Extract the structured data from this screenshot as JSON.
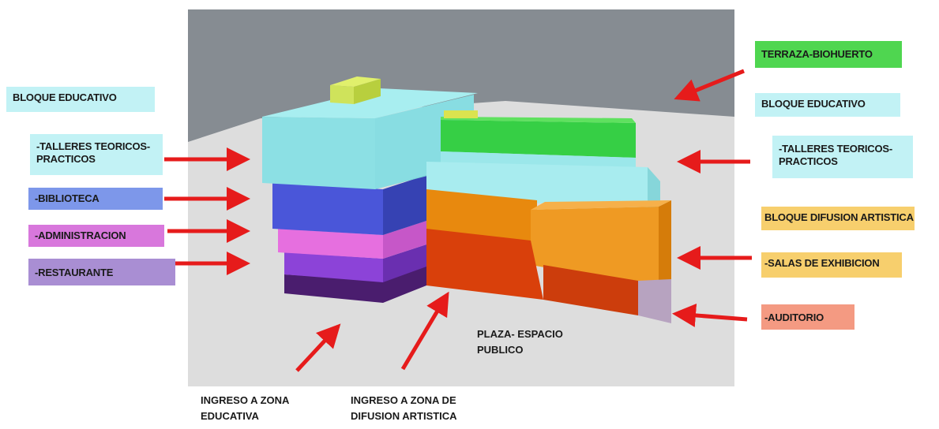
{
  "labels": {
    "bloque_educativo_left": "BLOQUE EDUCATIVO",
    "talleres_left": "-TALLERES TEORICOS-PRACTICOS",
    "biblioteca": "-BIBLIOTECA",
    "administracion": "-ADMINISTRACION",
    "restaurante": "-RESTAURANTE",
    "terraza": "TERRAZA-BIOHUERTO",
    "bloque_educativo_right": "BLOQUE EDUCATIVO",
    "talleres_right": "-TALLERES TEORICOS-PRACTICOS",
    "bloque_difusion": "BLOQUE DIFUSION ARTISTICA",
    "salas": "-SALAS DE EXHIBICION",
    "auditorio": "-AUDITORIO",
    "plaza": "PLAZA- ESPACIO PUBLICO",
    "ingreso_educativa": "INGRESO A ZONA EDUCATIVA",
    "ingreso_difusion": "INGRESO A ZONA DE DIFUSION ARTISTICA"
  },
  "colors": {
    "educativo": "#b8f0f3",
    "talleres": "#b8f0f3",
    "biblioteca": "#7d97ea",
    "administracion": "#d877dc",
    "restaurante": "#a98ed3",
    "terraza": "#4fd650",
    "difusion": "#f7cf6d",
    "salas": "#f7cf6d",
    "auditorio": "#f49a82",
    "arrow": "#e61b1b",
    "sky": "#8a9096",
    "ground": "#dcdcdc"
  }
}
